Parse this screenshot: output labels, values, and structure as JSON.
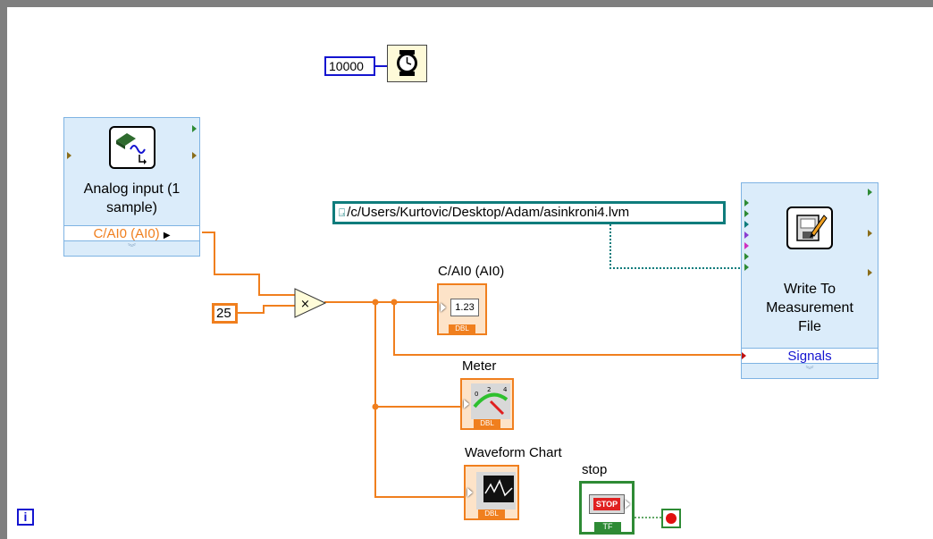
{
  "numeric_constants": {
    "wait_ms": "10000",
    "multiplier": "25"
  },
  "analog_input": {
    "title": "Analog input (1 sample)",
    "terminal": "C/AI0 (AI0)"
  },
  "write_file": {
    "title": "Write To Measurement File",
    "terminal": "Signals",
    "path": "/c/Users/Kurtovic/Desktop/Adam/asinkroni4.lvm"
  },
  "indicators": {
    "numeric_label": "C/AI0 (AI0)",
    "numeric_value": "1.23",
    "numeric_type": "DBL",
    "meter_label": "Meter",
    "chart_label": "Waveform Chart"
  },
  "stop_control": {
    "label": "stop",
    "button_text": "STOP",
    "type": "TF"
  },
  "info_glyph": "i",
  "colors": {
    "wire_numeric": "#f07f1e",
    "wire_path": "#0f7c7c",
    "wire_boolean": "#2e8b35",
    "wire_dynamic": "#1414d0",
    "express_bg": "#dbecfa"
  }
}
